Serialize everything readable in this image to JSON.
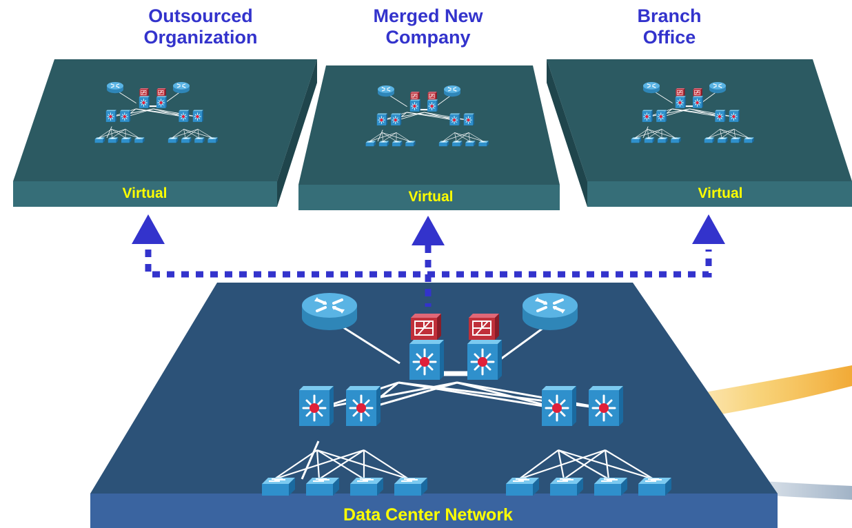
{
  "networks": [
    {
      "title_line1": "Outsourced",
      "title_line2": "Organization",
      "label": "Virtual"
    },
    {
      "title_line1": "Merged New",
      "title_line2": "Company",
      "label": "Virtual"
    },
    {
      "title_line1": "Branch",
      "title_line2": "Office",
      "label": "Virtual"
    }
  ],
  "data_center": {
    "label": "Data Center Network"
  },
  "colors": {
    "title": "#3333cc",
    "label": "#ffff00",
    "virtual_top": "#2c5a62",
    "virtual_front": "#366e78",
    "dc_top": "#2c5278",
    "dc_front": "#3a64a0",
    "connector": "#3333cc",
    "router": "#4aa8d8",
    "firewall": "#c0303a"
  },
  "icons": [
    "router-icon",
    "firewall-icon",
    "multilayer-switch-icon",
    "workgroup-switch-icon",
    "up-arrow-icon"
  ]
}
